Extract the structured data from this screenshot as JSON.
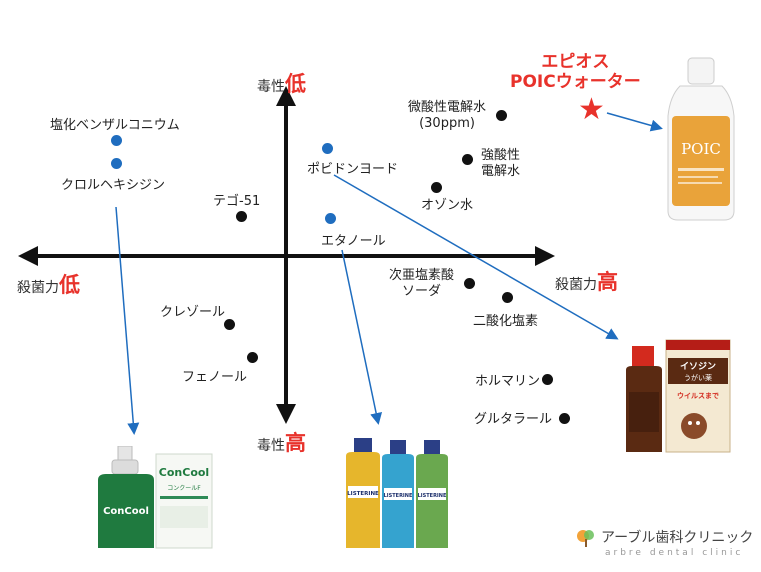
{
  "axes": {
    "top": {
      "prefix": "毒性",
      "emph": "低"
    },
    "bottom": {
      "prefix": "毒性",
      "emph": "高"
    },
    "left": {
      "prefix": "殺菌力",
      "emph": "低"
    },
    "right": {
      "prefix": "殺菌力",
      "emph": "高"
    }
  },
  "substances": [
    {
      "id": "benzalkonium",
      "label": "塩化ベンザルコニウム"
    },
    {
      "id": "chlorhexidine",
      "label": "クロルヘキシジン"
    },
    {
      "id": "tego51",
      "label": "テゴ-51"
    },
    {
      "id": "povidone",
      "label": "ポビドンヨード"
    },
    {
      "id": "ethanol",
      "label": "エタノール"
    },
    {
      "id": "micro_acid_water",
      "label": "微酸性電解水",
      "label2": "(30ppm)"
    },
    {
      "id": "strong_acid_water",
      "label": "強酸性",
      "label2": "電解水"
    },
    {
      "id": "ozone_water",
      "label": "オゾン水"
    },
    {
      "id": "hypochlorous",
      "label": "次亜塩素酸",
      "label2": "ソーダ"
    },
    {
      "id": "chlorine_dioxide",
      "label": "二酸化塩素"
    },
    {
      "id": "cresol",
      "label": "クレゾール"
    },
    {
      "id": "phenol",
      "label": "フェノール"
    },
    {
      "id": "formalin",
      "label": "ホルマリン"
    },
    {
      "id": "glutaral",
      "label": "グルタラール"
    }
  ],
  "featured": {
    "line1": "エピオス",
    "line2": "POICウォーター",
    "star": "★"
  },
  "products": {
    "poic": {
      "logo": "POIC"
    },
    "concool": {
      "brand": "ConCool",
      "sub": "コンクールF"
    },
    "listerine": {
      "brand": "LISTERINE"
    },
    "isodine": {
      "brand": "イソジン",
      "sub": "うがい薬",
      "tag": "ウイルスまで"
    }
  },
  "clinic": {
    "name": "アーブル歯科クリニック",
    "sub": "arbre dental clinic"
  },
  "colors": {
    "accent_red": "#e8322b",
    "arrow_blue": "#1f6dbf",
    "axis": "#111111"
  }
}
